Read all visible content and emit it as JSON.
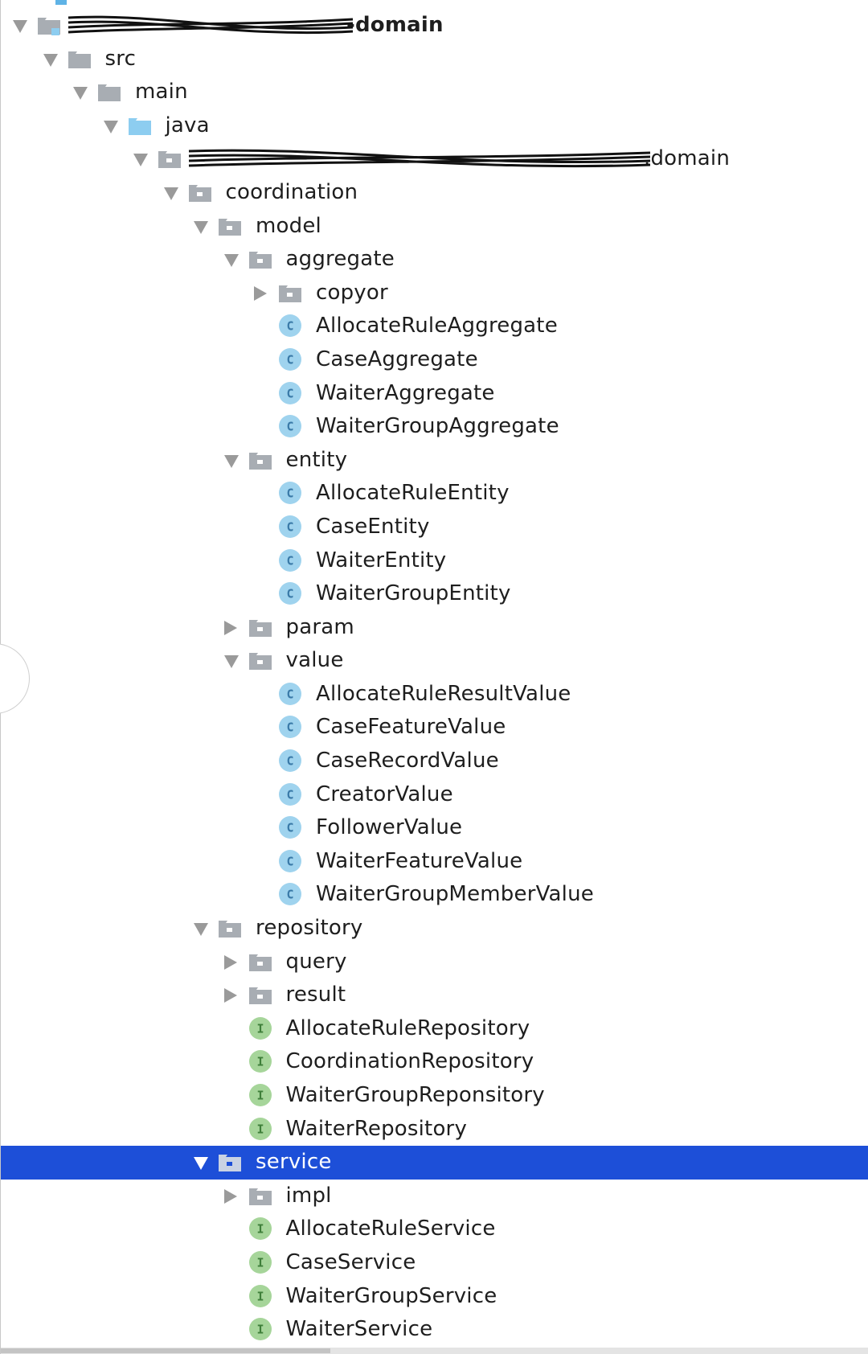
{
  "tree": [
    {
      "depth": 0,
      "state": "expanded",
      "icon": "module-folder",
      "label": "-domain",
      "bold": true,
      "obscured": true
    },
    {
      "depth": 1,
      "state": "expanded",
      "icon": "folder-gray",
      "label": "src"
    },
    {
      "depth": 2,
      "state": "expanded",
      "icon": "folder-gray",
      "label": "main"
    },
    {
      "depth": 3,
      "state": "expanded",
      "icon": "folder-blue",
      "label": "java"
    },
    {
      "depth": 4,
      "state": "expanded",
      "icon": "package",
      "label": ".domain",
      "obscured": true
    },
    {
      "depth": 5,
      "state": "expanded",
      "icon": "package",
      "label": "coordination"
    },
    {
      "depth": 6,
      "state": "expanded",
      "icon": "package",
      "label": "model"
    },
    {
      "depth": 7,
      "state": "expanded",
      "icon": "package",
      "label": "aggregate"
    },
    {
      "depth": 8,
      "state": "collapsed",
      "icon": "package",
      "label": "copyor"
    },
    {
      "depth": 8,
      "state": "leaf",
      "icon": "class",
      "label": "AllocateRuleAggregate"
    },
    {
      "depth": 8,
      "state": "leaf",
      "icon": "class",
      "label": "CaseAggregate"
    },
    {
      "depth": 8,
      "state": "leaf",
      "icon": "class",
      "label": "WaiterAggregate"
    },
    {
      "depth": 8,
      "state": "leaf",
      "icon": "class",
      "label": "WaiterGroupAggregate"
    },
    {
      "depth": 7,
      "state": "expanded",
      "icon": "package",
      "label": "entity"
    },
    {
      "depth": 8,
      "state": "leaf",
      "icon": "class",
      "label": "AllocateRuleEntity"
    },
    {
      "depth": 8,
      "state": "leaf",
      "icon": "class",
      "label": "CaseEntity"
    },
    {
      "depth": 8,
      "state": "leaf",
      "icon": "class",
      "label": "WaiterEntity"
    },
    {
      "depth": 8,
      "state": "leaf",
      "icon": "class",
      "label": "WaiterGroupEntity"
    },
    {
      "depth": 7,
      "state": "collapsed",
      "icon": "package",
      "label": "param"
    },
    {
      "depth": 7,
      "state": "expanded",
      "icon": "package",
      "label": "value"
    },
    {
      "depth": 8,
      "state": "leaf",
      "icon": "class",
      "label": "AllocateRuleResultValue"
    },
    {
      "depth": 8,
      "state": "leaf",
      "icon": "class",
      "label": "CaseFeatureValue"
    },
    {
      "depth": 8,
      "state": "leaf",
      "icon": "class",
      "label": "CaseRecordValue"
    },
    {
      "depth": 8,
      "state": "leaf",
      "icon": "class",
      "label": "CreatorValue"
    },
    {
      "depth": 8,
      "state": "leaf",
      "icon": "class",
      "label": "FollowerValue"
    },
    {
      "depth": 8,
      "state": "leaf",
      "icon": "class",
      "label": "WaiterFeatureValue"
    },
    {
      "depth": 8,
      "state": "leaf",
      "icon": "class",
      "label": "WaiterGroupMemberValue"
    },
    {
      "depth": 6,
      "state": "expanded",
      "icon": "package",
      "label": "repository"
    },
    {
      "depth": 7,
      "state": "collapsed",
      "icon": "package",
      "label": "query"
    },
    {
      "depth": 7,
      "state": "collapsed",
      "icon": "package",
      "label": "result"
    },
    {
      "depth": 7,
      "state": "leaf",
      "icon": "interface",
      "label": "AllocateRuleRepository"
    },
    {
      "depth": 7,
      "state": "leaf",
      "icon": "interface",
      "label": "CoordinationRepository"
    },
    {
      "depth": 7,
      "state": "leaf",
      "icon": "interface",
      "label": "WaiterGroupReponsitory"
    },
    {
      "depth": 7,
      "state": "leaf",
      "icon": "interface",
      "label": "WaiterRepository"
    },
    {
      "depth": 6,
      "state": "expanded",
      "icon": "package",
      "label": "service",
      "selected": true
    },
    {
      "depth": 7,
      "state": "collapsed",
      "icon": "package",
      "label": "impl"
    },
    {
      "depth": 7,
      "state": "leaf",
      "icon": "interface",
      "label": "AllocateRuleService"
    },
    {
      "depth": 7,
      "state": "leaf",
      "icon": "interface",
      "label": "CaseService"
    },
    {
      "depth": 7,
      "state": "leaf",
      "icon": "interface",
      "label": "WaiterGroupService"
    },
    {
      "depth": 7,
      "state": "leaf",
      "icon": "interface",
      "label": "WaiterService"
    }
  ],
  "colors": {
    "selection": "#1d4fd8",
    "folder_gray": "#a8adb3",
    "folder_blue": "#8dcdf0",
    "class_badge": "#9fd3ee",
    "class_letter": "#3a7aa8",
    "interface_badge": "#a6d59a",
    "interface_letter": "#3f7f3a",
    "arrow": "#9a9a9a",
    "text": "#1e1e1e"
  },
  "badge_letters": {
    "class": "C",
    "interface": "I"
  }
}
